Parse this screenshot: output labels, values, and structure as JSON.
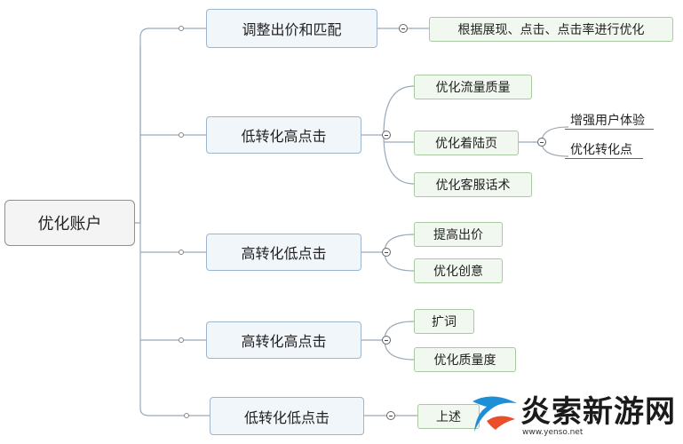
{
  "root": {
    "label": "优化账户"
  },
  "branches": [
    {
      "label": "调整出价和匹配",
      "children": [
        {
          "label": "根据展现、点击、点击率进行优化"
        }
      ]
    },
    {
      "label": "低转化高点击",
      "children": [
        {
          "label": "优化流量质量"
        },
        {
          "label": "优化着陆页",
          "children": [
            {
              "label": "增强用户体验"
            },
            {
              "label": "优化转化点"
            }
          ]
        },
        {
          "label": "优化客服话术"
        }
      ]
    },
    {
      "label": "高转化低点击",
      "children": [
        {
          "label": "提高出价"
        },
        {
          "label": "优化创意"
        }
      ]
    },
    {
      "label": "高转化高点击",
      "children": [
        {
          "label": "扩词"
        },
        {
          "label": "优化质量度"
        }
      ]
    },
    {
      "label": "低转化低点击",
      "children": [
        {
          "label": "上述"
        }
      ]
    }
  ],
  "watermark": {
    "text": "炎索新游网",
    "url": "www.yenso.net"
  },
  "colors": {
    "line": "#9aa9b8",
    "l1_bg": "#f1f6fb",
    "l2_bg": "#f1f8ef"
  }
}
